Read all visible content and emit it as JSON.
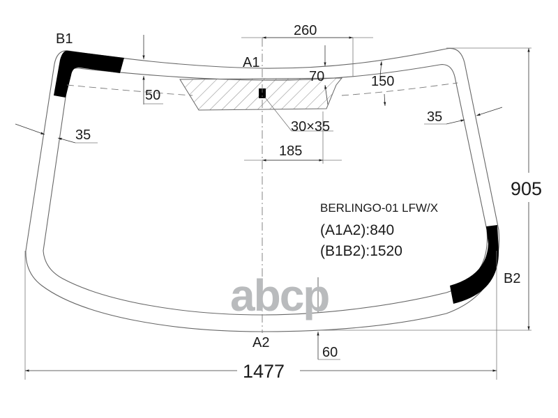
{
  "drawing": {
    "model": "BERLINGO-01 LFW/X",
    "a1a2": "(A1A2):840",
    "b1b2": "(B1B2):1520",
    "points": {
      "a1": "A1",
      "a2": "A2",
      "b1": "B1",
      "b2": "B2"
    },
    "dimensions": {
      "width": "1477",
      "height": "905",
      "sensor_offset": "260",
      "sensor_depth": "70",
      "band_height": "150",
      "top_border": "50",
      "left_border": "35",
      "right_border": "35",
      "mount_size": "30×35",
      "sensor_half": "185",
      "bottom_border": "60"
    },
    "colors": {
      "line": "#555555",
      "black_print": "#000000",
      "watermark": "#b9bbbd"
    }
  },
  "watermark": {
    "text": "abcp"
  }
}
